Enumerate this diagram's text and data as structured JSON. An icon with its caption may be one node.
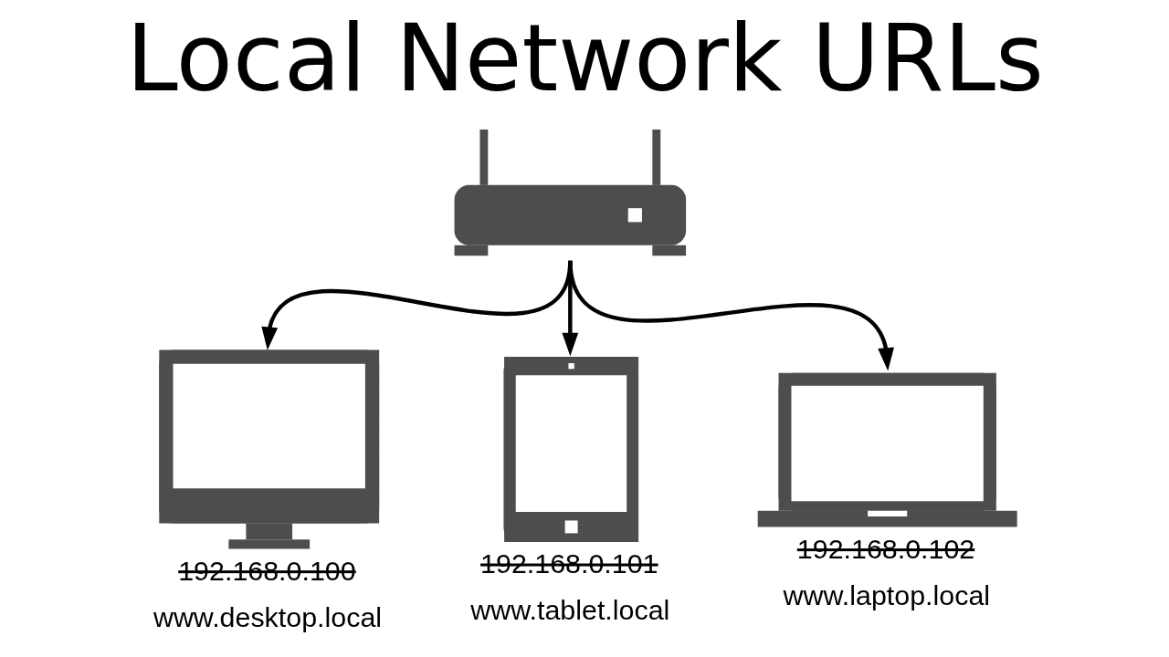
{
  "diagram": {
    "title": "Local Network URLs",
    "nodes": [
      {
        "text": [],
        "shape": "picture"
      },
      {
        "text": [],
        "shape": "picture",
        "beside": [
          "192.168.0.100",
          "www.desktop.local"
        ]
      },
      {
        "text": [],
        "shape": "picture",
        "beside": [
          "192.168.0.101",
          "www.tablet.local"
        ]
      },
      {
        "text": [],
        "shape": "picture",
        "beside": [
          "192.168.0.102",
          "www.laptop.local"
        ]
      }
    ],
    "edges": [
      {
        "from": 0,
        "to": 1,
        "arrow": "to"
      },
      {
        "from": 0,
        "to": 2,
        "arrow": "to"
      },
      {
        "from": 0,
        "to": 3,
        "arrow": "to"
      }
    ]
  }
}
